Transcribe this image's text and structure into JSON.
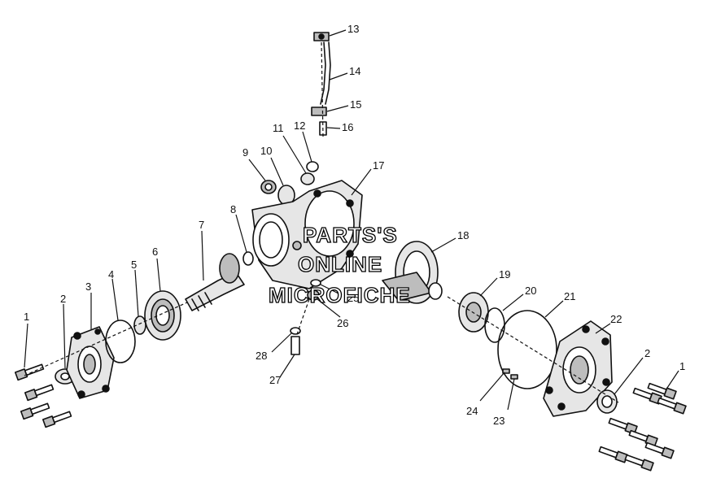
{
  "watermark": {
    "line1": "PARTS'S",
    "line2": "ONLINE",
    "line3": "MICROFICHE"
  },
  "callouts": [
    {
      "id": "c1a",
      "label": "1"
    },
    {
      "id": "c2a",
      "label": "2"
    },
    {
      "id": "c3",
      "label": "3"
    },
    {
      "id": "c4",
      "label": "4"
    },
    {
      "id": "c5",
      "label": "5"
    },
    {
      "id": "c6",
      "label": "6"
    },
    {
      "id": "c7",
      "label": "7"
    },
    {
      "id": "c8",
      "label": "8"
    },
    {
      "id": "c9",
      "label": "9"
    },
    {
      "id": "c10",
      "label": "10"
    },
    {
      "id": "c11",
      "label": "11"
    },
    {
      "id": "c12",
      "label": "12"
    },
    {
      "id": "c13",
      "label": "13"
    },
    {
      "id": "c14",
      "label": "14"
    },
    {
      "id": "c15",
      "label": "15"
    },
    {
      "id": "c16",
      "label": "16"
    },
    {
      "id": "c17",
      "label": "17"
    },
    {
      "id": "c18",
      "label": "18"
    },
    {
      "id": "c19",
      "label": "19"
    },
    {
      "id": "c20",
      "label": "20"
    },
    {
      "id": "c21",
      "label": "21"
    },
    {
      "id": "c22",
      "label": "22"
    },
    {
      "id": "c2b",
      "label": "2"
    },
    {
      "id": "c1b",
      "label": "1"
    },
    {
      "id": "c23",
      "label": "23"
    },
    {
      "id": "c24",
      "label": "24"
    },
    {
      "id": "c25",
      "label": "25"
    },
    {
      "id": "c26",
      "label": "26"
    },
    {
      "id": "c27",
      "label": "27"
    },
    {
      "id": "c28",
      "label": "28"
    }
  ]
}
